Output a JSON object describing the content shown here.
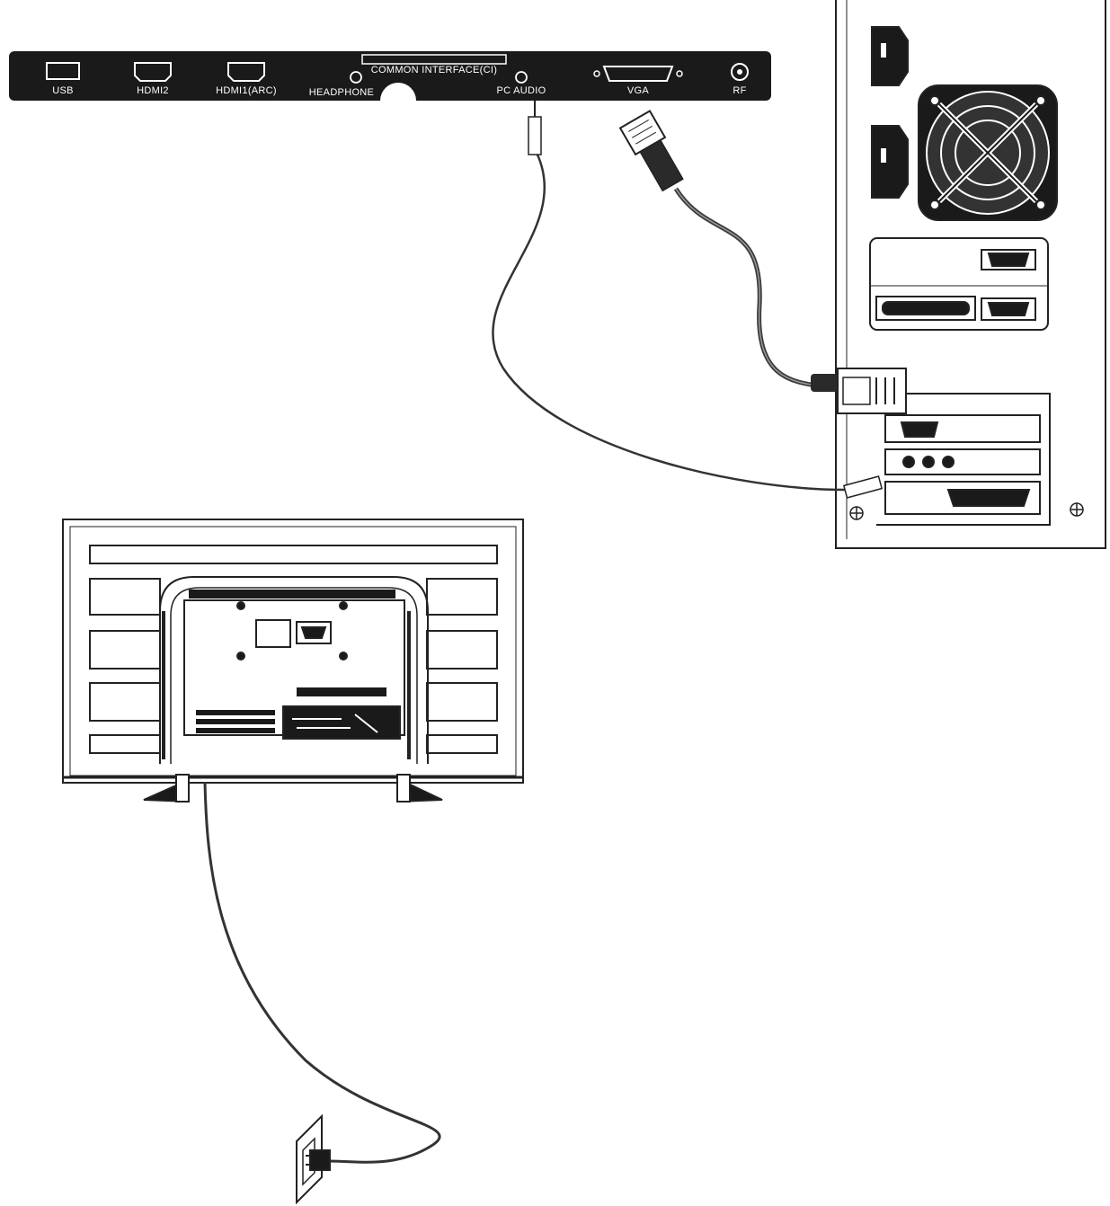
{
  "panel": {
    "ports": {
      "usb": "USB",
      "hdmi2": "HDMI2",
      "hdmi1": "HDMI1(ARC)",
      "headphone": "HEADPHONE",
      "ci": "COMMON INTERFACE(CI)",
      "pc_audio": "PC AUDIO",
      "vga": "VGA",
      "rf": "RF"
    }
  },
  "colors": {
    "panel": "#1a1a1a",
    "line": "#222222",
    "cable": "#3a3a3a",
    "label": "#ffffff"
  }
}
